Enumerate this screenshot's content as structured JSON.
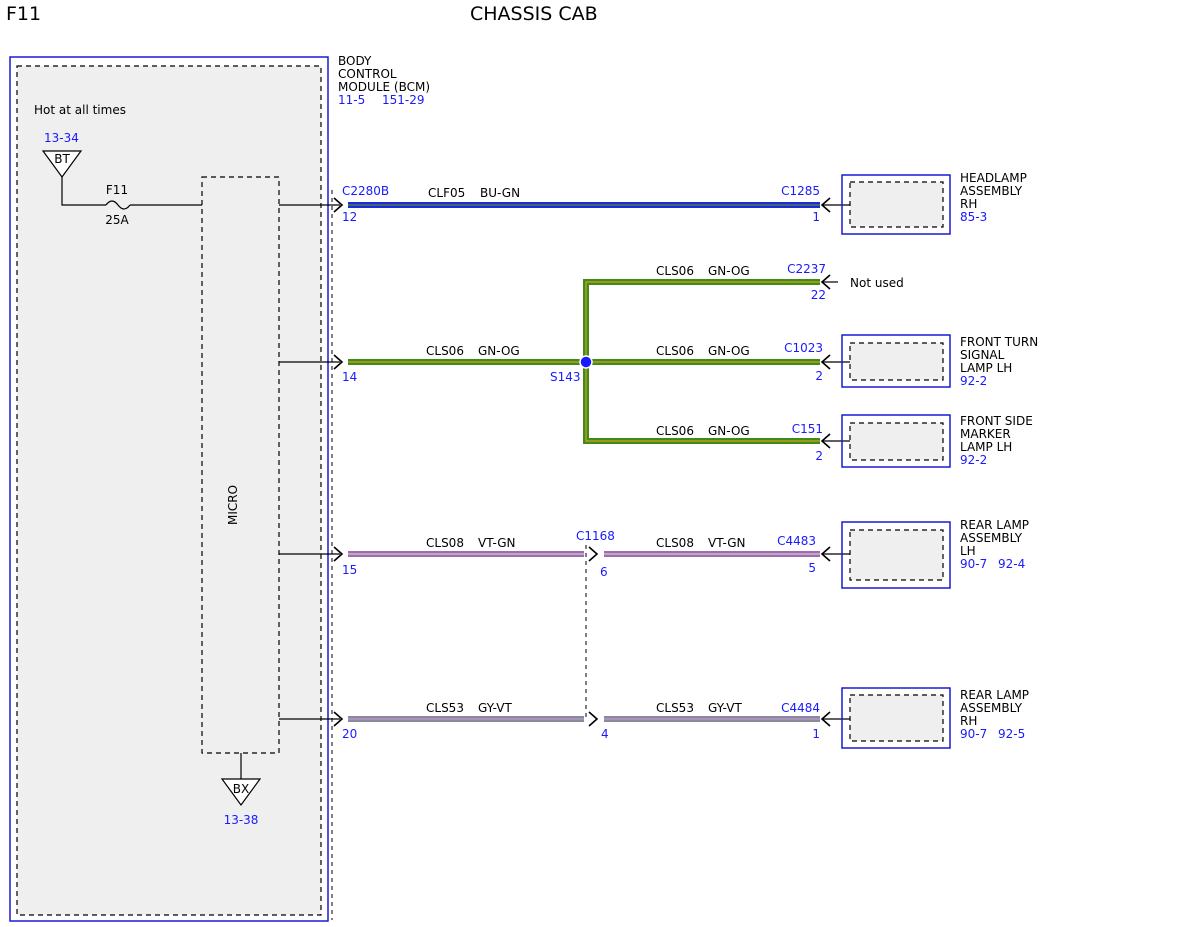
{
  "header": {
    "page_id": "F11",
    "title": "CHASSIS CAB"
  },
  "bcm": {
    "name_lines": [
      "BODY",
      "CONTROL",
      "MODULE (BCM)"
    ],
    "refs": [
      "11-5",
      "151-29"
    ],
    "hot_label": "Hot at all times",
    "bt_ref": "13-34",
    "bt_label": "BT",
    "fuse_name": "F11",
    "fuse_rating": "25A",
    "micro_label": "MICRO",
    "bx_label": "BX",
    "bx_ref": "13-38"
  },
  "circuits": {
    "c1": {
      "bcm_connector": "C2280B",
      "bcm_pin": "12",
      "circuit": "CLF05",
      "color": "BU-GN",
      "dest_connector": "C1285",
      "dest_pin": "1"
    },
    "c2": {
      "bcm_pin": "14",
      "circuit": "CLS06",
      "color": "GN-OG",
      "splice": "S143"
    },
    "c2a": {
      "circuit": "CLS06",
      "color": "GN-OG",
      "dest_connector": "C2237",
      "dest_pin": "22",
      "note": "Not used"
    },
    "c2b": {
      "circuit": "CLS06",
      "color": "GN-OG",
      "dest_connector": "C1023",
      "dest_pin": "2"
    },
    "c2c": {
      "circuit": "CLS06",
      "color": "GN-OG",
      "dest_connector": "C151",
      "dest_pin": "2"
    },
    "c3": {
      "bcm_pin": "15",
      "circuit": "CLS08",
      "color": "VT-GN",
      "inline_connector": "C1168",
      "inline_pin": "6",
      "circuit2": "CLS08",
      "color2": "VT-GN",
      "dest_connector": "C4483",
      "dest_pin": "5"
    },
    "c4": {
      "bcm_pin": "20",
      "circuit": "CLS53",
      "color": "GY-VT",
      "inline_pin": "4",
      "circuit2": "CLS53",
      "color2": "GY-VT",
      "dest_connector": "C4484",
      "dest_pin": "1"
    }
  },
  "components": {
    "headlamp_rh": {
      "lines": [
        "HEADLAMP",
        "ASSEMBLY",
        "RH"
      ],
      "refs": [
        "85-3"
      ]
    },
    "front_turn_lh": {
      "lines": [
        "FRONT TURN",
        "SIGNAL",
        "LAMP LH"
      ],
      "refs": [
        "92-2"
      ]
    },
    "front_side_lh": {
      "lines": [
        "FRONT SIDE",
        "MARKER",
        "LAMP LH"
      ],
      "refs": [
        "92-2"
      ]
    },
    "rear_lamp_lh": {
      "lines": [
        "REAR LAMP",
        "ASSEMBLY",
        "LH"
      ],
      "refs": [
        "90-7",
        "92-4"
      ]
    },
    "rear_lamp_rh": {
      "lines": [
        "REAR LAMP",
        "ASSEMBLY",
        "RH"
      ],
      "refs": [
        "90-7",
        "92-5"
      ]
    }
  },
  "colors": {
    "blue_text": "#1a1aff",
    "box_outline": "#1a1ad6",
    "bu_gn": "#1b2bd6",
    "gn_og": "#3e8a1a",
    "gn_og_stripe": "#d4a11a",
    "vt_gn": "#9a6fb0",
    "gy_vt": "#8a8a9a",
    "splice": "#1a1aff"
  }
}
